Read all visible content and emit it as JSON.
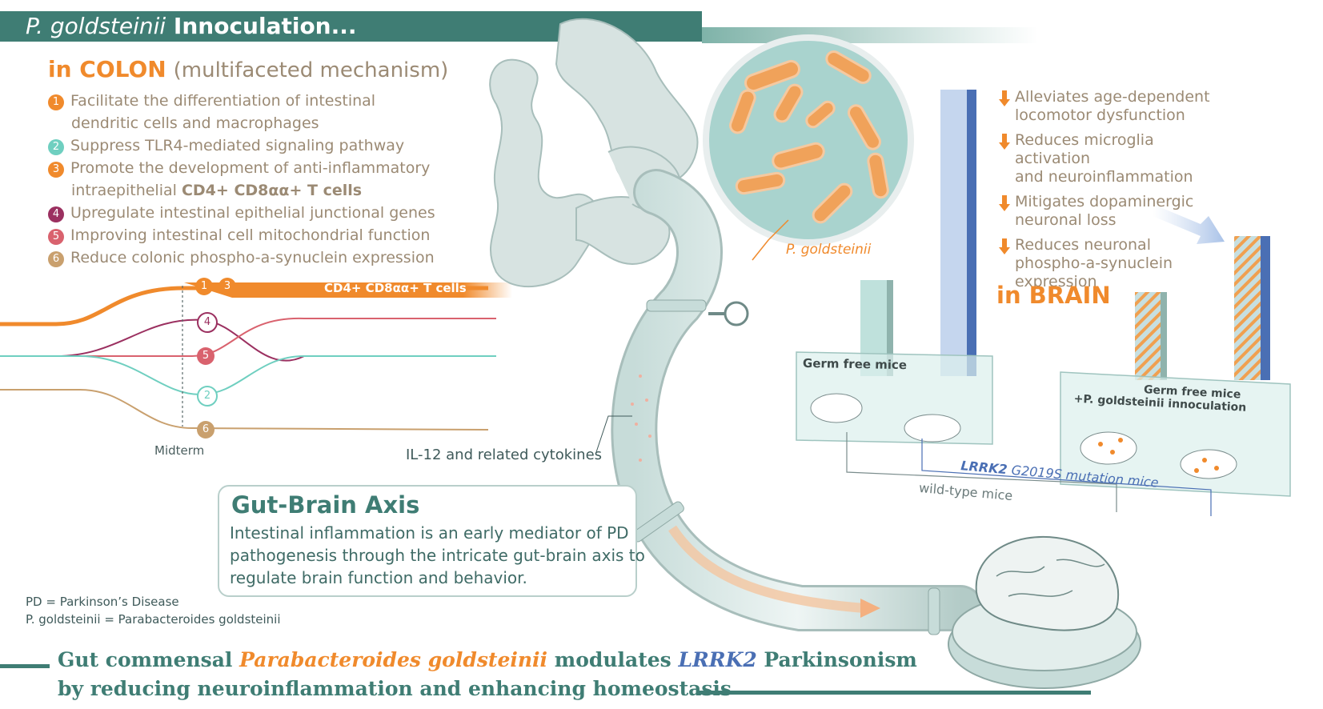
{
  "header": {
    "title_italic": "P. goldsteinii",
    "title_rest": " Innoculation...",
    "color": "#3f7d74"
  },
  "colon": {
    "heading": "in COLON",
    "subheading": "(multifaceted mechanism)",
    "items": [
      {
        "num": "1",
        "color": "#f08a2c",
        "line1": "Facilitate the differentiation of intestinal",
        "line2": "dendritic cells and macrophages"
      },
      {
        "num": "2",
        "color": "#6fcfc0",
        "line1": "Suppress TLR4-mediated signaling pathway",
        "line2": ""
      },
      {
        "num": "3",
        "color": "#f08a2c",
        "line1": "Promote the development of anti-inflammatory",
        "line2_plain": "intraepithelial ",
        "line2_bold": "CD4+ CD8αα+ T cells"
      },
      {
        "num": "4",
        "color": "#9b3060",
        "line1": "Upregulate intestinal epithelial junctional genes",
        "line2": ""
      },
      {
        "num": "5",
        "color": "#d9626e",
        "line1": "Improving intestinal cell mitochondrial function",
        "line2": ""
      },
      {
        "num": "6",
        "color": "#c9a06e",
        "line1": "Reduce colonic phospho-a-synuclein expression",
        "line2": ""
      }
    ]
  },
  "timeline": {
    "band_label": "CD4+ CD8αα+ T cells",
    "midterm": "Midterm",
    "markers": [
      "1",
      "3",
      "4",
      "5",
      "2",
      "6"
    ]
  },
  "bacteria_label": "P. goldsteinii",
  "cytokine_label": "IL-12 and related cytokines",
  "brain": {
    "effects": [
      {
        "line1": "Alleviates age-dependent",
        "line2": "locomotor dysfunction"
      },
      {
        "line1": "Reduces microglia activation",
        "line2": "and neuroinflammation"
      },
      {
        "line1": "Mitigates dopaminergic",
        "line2": "neuronal loss"
      },
      {
        "line1": "Reduces neuronal",
        "line2": "phospho-a-synuclein",
        "line3": "expression"
      }
    ],
    "heading": "in BRAIN"
  },
  "mice": {
    "box1": "Germ free mice",
    "box2_line1": "Germ free mice",
    "box2_line2": "+P. goldsteinii innoculation",
    "wild_type": "wild-type mice",
    "mutation_italic_bold": "LRRK2",
    "mutation_rest": " G2019S mutation mice"
  },
  "gut_brain": {
    "title": "Gut-Brain Axis",
    "line1": "Intestinal inflammation is an early mediator of PD",
    "line2": "pathogenesis through the intricate gut-brain axis to",
    "line3": "regulate brain function and behavior."
  },
  "legend": {
    "pd": "PD = Parkinson’s Disease",
    "pg": "P. goldsteinii = Parabacteroides goldsteinii"
  },
  "footer": {
    "part1": "Gut commensal ",
    "species": "Parabacteroides goldsteinii",
    "part2": " modulates ",
    "gene": "LRRK2",
    "part3": " Parkinsonism",
    "line2": "by reducing neuroinflammation and enhancing homeostasis"
  },
  "colors": {
    "teal": "#3f7d74",
    "orange": "#f08a2c",
    "tan": "#9b8a74",
    "blue": "#4a6fb4"
  }
}
